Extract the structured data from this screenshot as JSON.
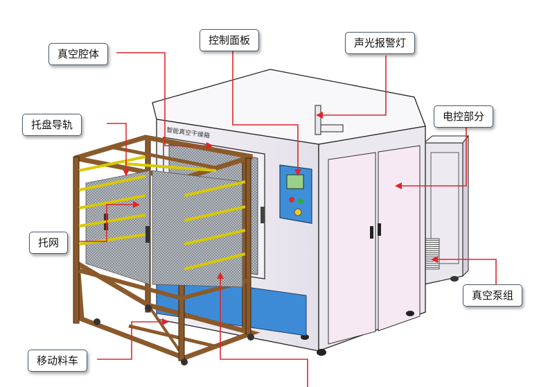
{
  "labels": {
    "vacuum_chamber": "真空腔体",
    "control_panel": "控制面板",
    "alarm_light": "声光报警灯",
    "tray_rail": "托盘导轨",
    "electric_control": "电控部分",
    "tray_net": "托网",
    "vacuum_pump": "真空泵组",
    "mobile_cart": "移动料车"
  },
  "machine_brand_text": "智能真空干燥箱",
  "colors": {
    "leader_line": "#e0252b",
    "cabinet_body": "#f1eef4",
    "door_panel": "#f5e6f2",
    "control_panel": "#3f8fd8",
    "lower_panel": "#3d8bd6",
    "cart_frame": "#8b5a2b",
    "rail_yellow": "#f2e400",
    "tray_mesh": "#8a8f96"
  }
}
